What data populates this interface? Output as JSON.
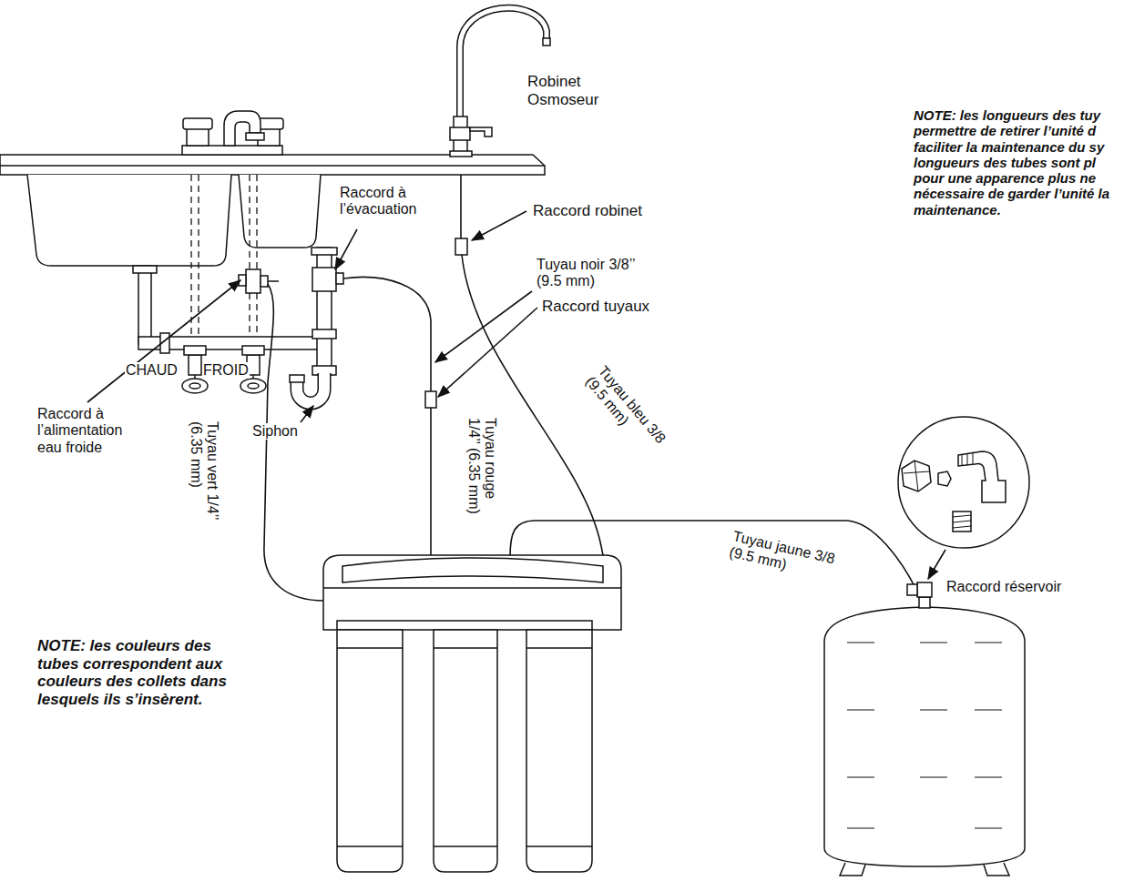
{
  "diagram": {
    "labels": [
      "Robinet Osmoseur",
      "NOTE: les longueurs des tuy permettre de retirer l’unité d faciliter la maintenance du sy longueurs des tubes sont pl pour une apparence plus ne nécessaire de garder l’unité la maintenance.",
      "Raccord à l’évacuation",
      "Raccord robinet",
      "Tuyau noir 3/8’’ (9.5 mm)",
      "Raccord tuyaux",
      "CHAUD",
      "FROID",
      "Raccord à l’alimentation eau froide",
      "Siphon",
      "Tuyau vert 1/4’’ (6.35 mm)",
      "Tuyau rouge 1/4’’ (6.35 mm)",
      "Tuyau bleu 3/8 (9.5 mm)",
      "Tuyau jaune 3/8 (9.5 mm)",
      "Raccord réservoir",
      "NOTE: les couleurs des tubes correspondent aux couleurs des collets dans lesquels ils s’insèrent."
    ]
  }
}
